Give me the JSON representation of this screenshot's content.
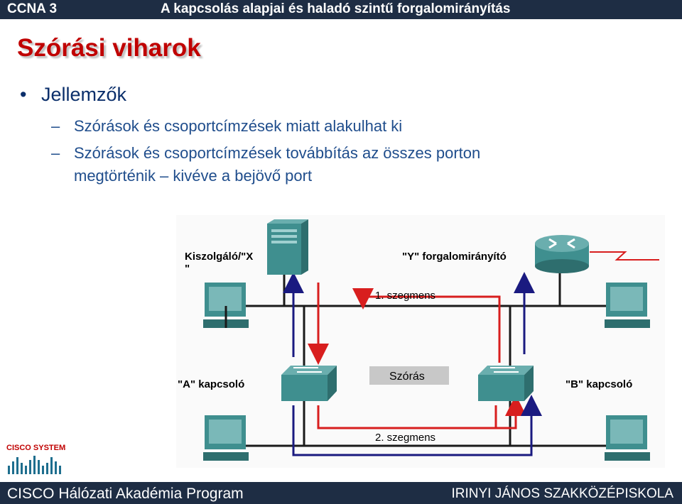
{
  "header": {
    "course": "CCNA 3",
    "subtitle": "A kapcsolás alapjai és haladó szintű forgalomirányítás"
  },
  "slide": {
    "title": "Szórási viharok",
    "bullet": "Jellemzők",
    "subbullets": [
      "Szórások és csoportcímzések miatt alakulhat ki",
      "Szórások és csoportcímzések továbbítás az összes porton",
      "megtörténik – kivéve a bejövő port"
    ]
  },
  "diagram": {
    "server_label_line1": "Kiszolgáló/\"X",
    "server_label_line2": "\"",
    "router_label": "\"Y\" forgalomirányító",
    "segment1_label": "1. szegmens",
    "segment2_label": "2. szegmens",
    "broadcast_label": "Szórás",
    "switch_a_label": "\"A\" kapcsoló",
    "switch_b_label": "\"B\" kapcsoló",
    "colors": {
      "red_arrow": "#d81e1e",
      "blue_arrow": "#1a1a80",
      "device_teal": "#3f8f8f",
      "cable": "#1a1a1a"
    },
    "icons": [
      "server-icon",
      "router-icon",
      "switch-icon",
      "computer-icon"
    ]
  },
  "logo": {
    "text": "CISCO SYSTEMS"
  },
  "footer": {
    "left": "CISCO Hálózati Akadémia Program",
    "right": "IRINYI JÁNOS SZAKKÖZÉPISKOLA"
  }
}
